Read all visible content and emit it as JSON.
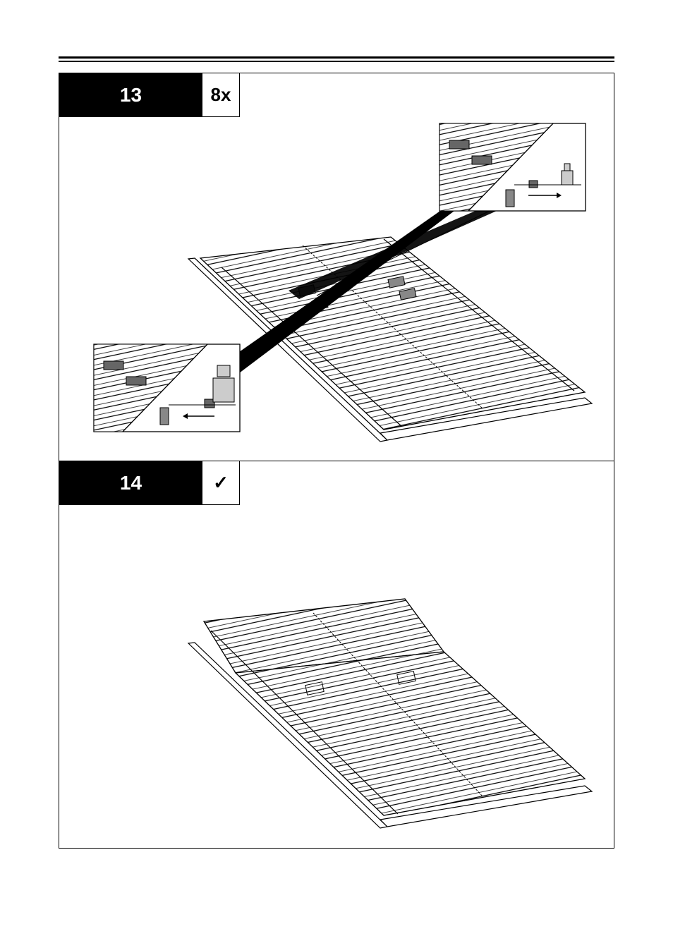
{
  "steps": [
    {
      "number": "13",
      "quantity": "8x"
    },
    {
      "number": "14",
      "check_symbol": "✓"
    }
  ]
}
